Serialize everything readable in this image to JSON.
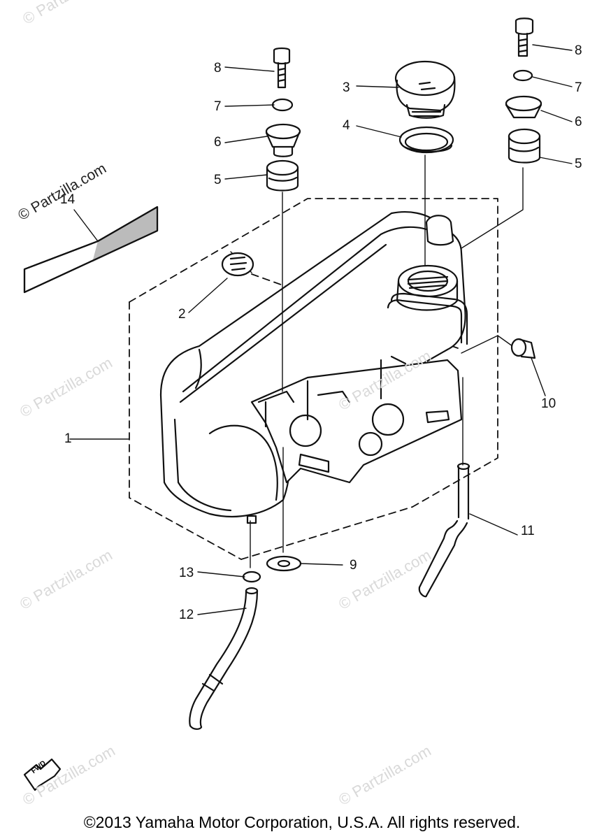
{
  "watermarks": {
    "top_left": "© Partzilla.com",
    "left_mid": "© Partzilla.com",
    "center_mid": "© Partzilla.com",
    "left_lower": "© Partzilla.com",
    "center_lower": "© Partzilla.com",
    "bottom_left": "© Partzilla.com",
    "bottom_center": "© Partzilla.com",
    "dark": "© Partzilla.com"
  },
  "callouts": {
    "c1": "1",
    "c2": "2",
    "c3": "3",
    "c4": "4",
    "c5_left": "5",
    "c5_right": "5",
    "c6_left": "6",
    "c6_right": "6",
    "c7_left": "7",
    "c7_right": "7",
    "c8_left": "8",
    "c8_right": "8",
    "c9": "9",
    "c10": "10",
    "c11": "11",
    "c12": "12",
    "c13": "13",
    "c14": "14"
  },
  "fwd_label": "FWD",
  "copyright": "©2013 Yamaha Motor Corporation, U.S.A. All rights reserved."
}
